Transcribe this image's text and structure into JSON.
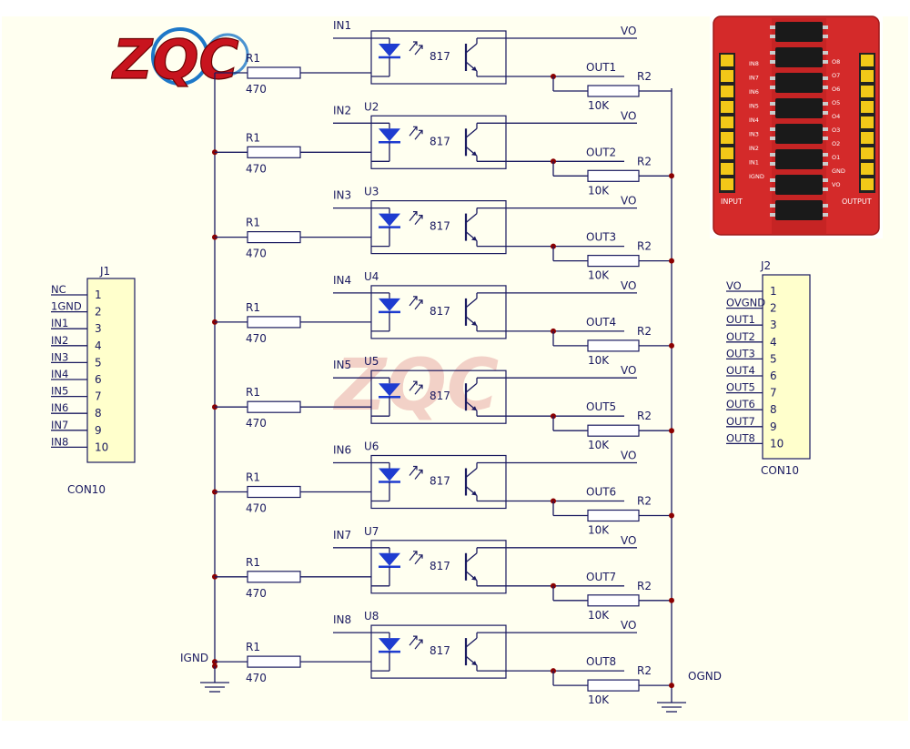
{
  "logo": {
    "text": "ZQC"
  },
  "watermark": {
    "text": "ZQC"
  },
  "connector_in": {
    "ref": "J1",
    "type": "CON10",
    "pins": [
      {
        "num": "1",
        "net": "NC"
      },
      {
        "num": "2",
        "net": "1GND"
      },
      {
        "num": "3",
        "net": "IN1"
      },
      {
        "num": "4",
        "net": "IN2"
      },
      {
        "num": "5",
        "net": "IN3"
      },
      {
        "num": "6",
        "net": "IN4"
      },
      {
        "num": "7",
        "net": "IN5"
      },
      {
        "num": "8",
        "net": "IN6"
      },
      {
        "num": "9",
        "net": "IN7"
      },
      {
        "num": "10",
        "net": "IN8"
      }
    ]
  },
  "connector_out": {
    "ref": "J2",
    "type": "CON10",
    "pins": [
      {
        "num": "1",
        "net": "VO"
      },
      {
        "num": "2",
        "net": "OVGND"
      },
      {
        "num": "3",
        "net": "OUT1"
      },
      {
        "num": "4",
        "net": "OUT2"
      },
      {
        "num": "5",
        "net": "OUT3"
      },
      {
        "num": "6",
        "net": "OUT4"
      },
      {
        "num": "7",
        "net": "OUT5"
      },
      {
        "num": "8",
        "net": "OUT6"
      },
      {
        "num": "9",
        "net": "OUT7"
      },
      {
        "num": "10",
        "net": "OUT8"
      }
    ]
  },
  "channels": [
    {
      "input": "IN1",
      "output": "OUT1",
      "ref": ""
    },
    {
      "input": "IN2",
      "output": "OUT2",
      "ref": "U2"
    },
    {
      "input": "IN3",
      "output": "OUT3",
      "ref": "U3"
    },
    {
      "input": "IN4",
      "output": "OUT4",
      "ref": "U4"
    },
    {
      "input": "IN5",
      "output": "OUT5",
      "ref": "U5"
    },
    {
      "input": "IN6",
      "output": "OUT6",
      "ref": "U6"
    },
    {
      "input": "IN7",
      "output": "OUT7",
      "ref": "U7"
    },
    {
      "input": "IN8",
      "output": "OUT8",
      "ref": "U8"
    }
  ],
  "component_labels": {
    "r1_ref": "R1",
    "r1_value": "470",
    "r2_ref": "R2",
    "r2_value": "10K",
    "opto_part": "817",
    "vo": "VO"
  },
  "ground_labels": {
    "input": "IGND",
    "output": "OGND"
  },
  "board_photo": {
    "input_pins": [
      "IN8",
      "IN7",
      "IN6",
      "IN5",
      "IN4",
      "IN3",
      "IN2",
      "IN1",
      "IGND"
    ],
    "output_pins": [
      "O8",
      "O7",
      "O6",
      "O5",
      "O4",
      "O3",
      "O2",
      "O1",
      "GND",
      "VO"
    ],
    "input_label": "INPUT",
    "output_label": "OUTPUT"
  },
  "colors": {
    "background": "#fffff0",
    "wire": "#1a1a60",
    "junction": "#8b0000",
    "led": "#1e3cd0",
    "connector_fill": "#ffffcc",
    "board": "#d42a2a",
    "header_pins": "#f2c818",
    "logo_red": "#c8141e",
    "logo_blue": "#1e78c8"
  }
}
